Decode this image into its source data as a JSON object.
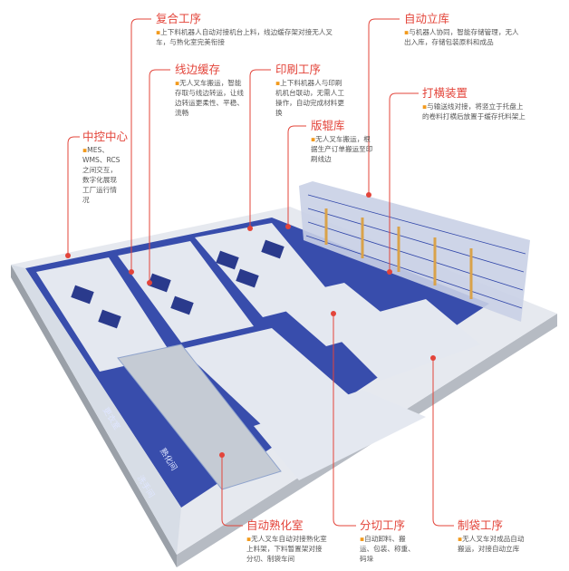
{
  "colors": {
    "accent": "#e3443a",
    "bullet": "#f29a1d",
    "floor_blue": "#2e44a8",
    "floor_gray": "#dfe3ea"
  },
  "callouts": [
    {
      "id": "composite",
      "title": "复合工序",
      "desc": "上下料机器人自动对接机台上料，线边缓存架对接无人叉车，与熟化室完美衔接"
    },
    {
      "id": "line-buffer",
      "title": "线边缓存",
      "desc": "无人叉车搬运，智能存取与线边转运，让线边转运更柔性、平稳、流畅"
    },
    {
      "id": "printing",
      "title": "印刷工序",
      "desc": "上下料机器人与印刷机机台联动，无需人工操作，自动完成材料更换"
    },
    {
      "id": "roller-store",
      "title": "版辊库",
      "desc": "无人叉车搬运，根据生产订单搬运至印刷线边"
    },
    {
      "id": "control-center",
      "title": "中控中心",
      "desc": "MES、WMS、RCS之间交互，数字化展现工厂运行情况"
    },
    {
      "id": "asrs",
      "title": "自动立库",
      "desc": "与机器人协同，智能存储管理，无人出入库，存储包装原料和成品"
    },
    {
      "id": "tilting-device",
      "title": "打横装置",
      "desc": "与输送线对接，将竖立于托盘上的卷料打横后放置于缓存托料架上"
    },
    {
      "id": "curing-room",
      "title": "自动熟化室",
      "desc": "无人叉车自动对接熟化室上料架，下料暂置架对接分切、制袋车间"
    },
    {
      "id": "slitting",
      "title": "分切工序",
      "desc": "自动卸料、搬运、包装、称重、码垛"
    },
    {
      "id": "bag-making",
      "title": "制袋工序",
      "desc": "无人叉车对成品自动搬运，对接自动立库"
    }
  ],
  "floor_labels": {
    "changing_room": "更衣室",
    "curing_hall": "熟化间",
    "washroom": "洗手间"
  }
}
